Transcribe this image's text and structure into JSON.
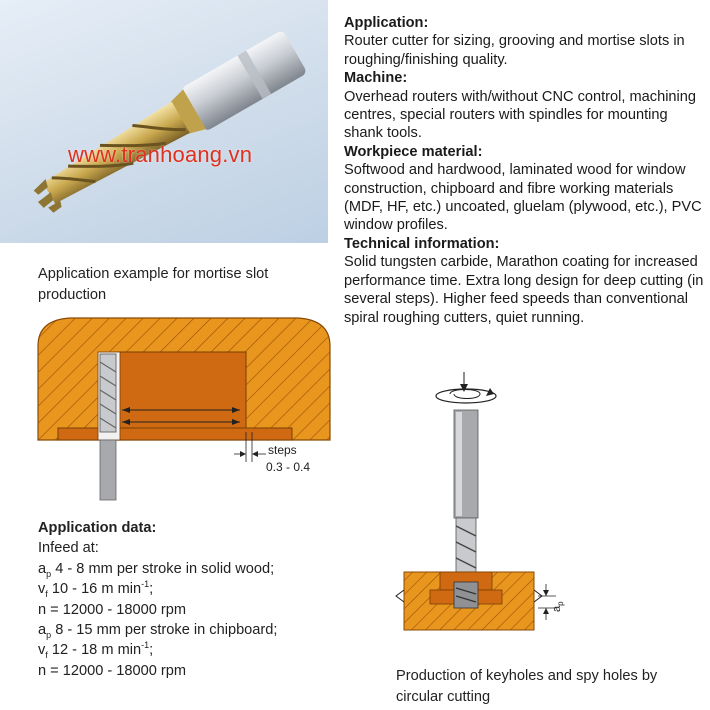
{
  "watermark": "www.tranhoang.vn",
  "sections": [
    {
      "heading": "Application:",
      "body": "Router cutter for sizing, grooving and mortise slots in roughing/finishing quality."
    },
    {
      "heading": "Machine:",
      "body": "Overhead routers with/without CNC control, machining centres, special routers with spindles for mounting shank tools."
    },
    {
      "heading": "Workpiece material:",
      "body": "Softwood and hardwood, laminated wood for window construction, chipboard and fibre working materials (MDF, HF, etc.) uncoated, gluelam (plywood, etc.), PVC window profiles."
    },
    {
      "heading": "Technical information:",
      "body": "Solid tungsten carbide, Marathon coating for increased performance time. Extra long design for deep cutting (in several steps). Higher feed speeds than conventional spiral roughing cutters, quiet running."
    }
  ],
  "mortise_caption": "Application example for mortise slot production",
  "steps_label": "steps",
  "steps_value": "0.3 - 0.4",
  "ap_label": "a",
  "ap_sub": "p",
  "keyhole_caption": "Production of keyholes and spy holes by circular cutting",
  "application_data": {
    "title": "Application data:",
    "infeed": "Infeed at:",
    "line1_sym": "a",
    "line1_sub": "p",
    "line1_rest": " 4 - 8 mm per stroke in solid wood;",
    "line2_sym": "v",
    "line2_sub": "f",
    "line2_mid": " 10 - 16 m min",
    "line2_sup": "-1",
    "line2_end": ";",
    "line3": "n = 12000 - 18000 rpm",
    "line4_sym": "a",
    "line4_sub": "p",
    "line4_rest": " 8 - 15 mm per stroke in chipboard;",
    "line5_sym": "v",
    "line5_sub": "f",
    "line5_mid": " 12 - 18 m min",
    "line5_sup": "-1",
    "line5_end": ";",
    "line6": "n = 12000 - 18000 rpm"
  },
  "colors": {
    "wood": "#e8961e",
    "wood_dark": "#b8620a",
    "slot": "#d06a12",
    "tool_grey": "#a7a9ad",
    "watermark": "#e0301e"
  }
}
